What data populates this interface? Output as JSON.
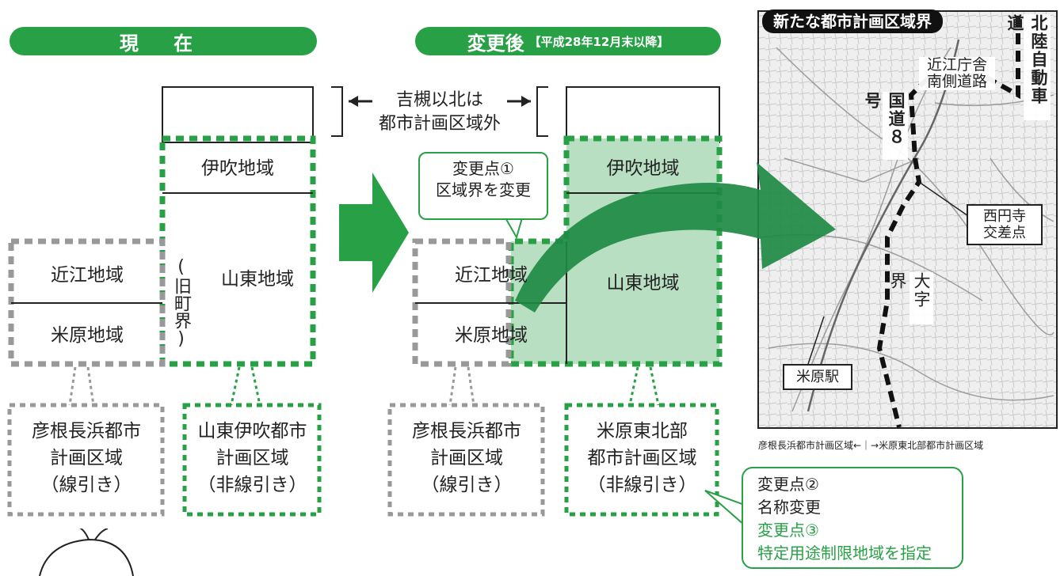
{
  "current": {
    "header": "現 在",
    "ibuki": "伊吹地域",
    "santo": "山東地域",
    "old_boundary": "(旧町界)",
    "omi": "近江地域",
    "maibara": "米原地域",
    "caption_left": "彦根長浜都市\n計画区域\n（線引き）",
    "caption_right": "山東伊吹都市\n計画区域\n（非線引き）"
  },
  "north_note": {
    "line1": "吉槻以北は",
    "line2": "都市計画区域外"
  },
  "after": {
    "header": "変更後",
    "header_sub": "【平成28年12月末以降】",
    "callout1": "変更点①\n区域界を変更",
    "ibuki": "伊吹地域",
    "santo": "山東地域",
    "omi": "近江地域",
    "maibara": "米原地域",
    "caption_left": "彦根長浜都市\n計画区域\n（線引き）",
    "caption_right": "米原東北部\n都市計画区域\n（非線引き）"
  },
  "changes_box": {
    "line1": "変更点②",
    "line2": "名称変更",
    "line3": "変更点③",
    "line4": "特定用途制限地域を指定"
  },
  "map": {
    "title": "新たな都市計画区域界",
    "label_road": "近江庁舎\n南側道路",
    "label_expressway": "北陸自動車道",
    "label_route8": "国道８号",
    "label_saienji": "西円寺\n交差点",
    "label_oaza": "大字界",
    "label_station": "米原駅",
    "caption": "彦根長浜都市計画区域←｜→米原東北部都市計画区域"
  },
  "colors": {
    "green": "#27a046",
    "light_green": "#b9dfc2",
    "gray_dash": "#999999"
  }
}
